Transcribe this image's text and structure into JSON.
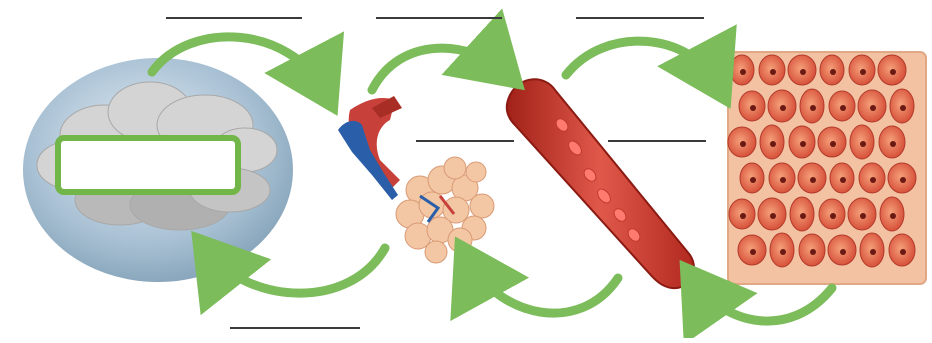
{
  "diagram": {
    "blank_lines_count": 6,
    "label_box_text": "",
    "colors": {
      "arrow_green": "#8cc26a",
      "arrow_green_dark": "#5e9e45",
      "blank_line": "#3a3a3a",
      "globe_blue": "#9fb8cc",
      "cloud_gray": "#c9c9c9",
      "vessel_red": "#c4362a",
      "vein_blue": "#2b5ea8",
      "alveoli_peach": "#f3c7a4",
      "tissue_orange": "#e8803f",
      "cell_red": "#d6453a"
    },
    "illustrations": [
      "atmosphere-cloud",
      "lung-alveoli",
      "blood-vessel",
      "body-tissue-cells"
    ]
  }
}
